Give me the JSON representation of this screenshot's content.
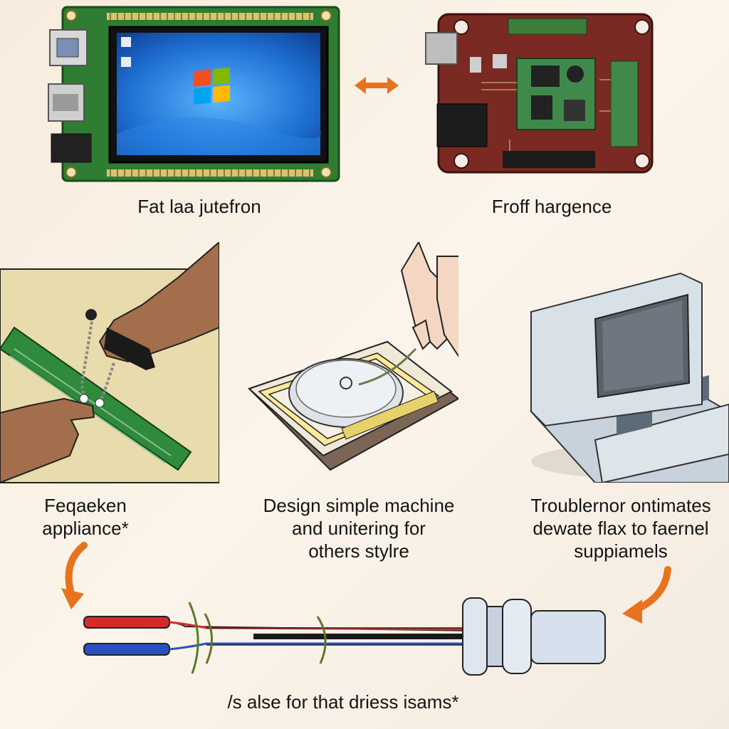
{
  "captions": {
    "top_left": "Fat laa jutefron",
    "top_right": "Froff hargence",
    "mid_left_line1": "Feqaeken",
    "mid_left_line2": "appliance*",
    "mid_center_line1": "Design simple machine",
    "mid_center_line2": "and unitering for",
    "mid_center_line3": "others stylre",
    "mid_right_line1": "Troublernor ontimates",
    "mid_right_line2": "dewate flax to faernel",
    "mid_right_line3": "suppiamels",
    "bottom": "/s alse for that driess isams*"
  },
  "colors": {
    "arrow": "#e8731e",
    "pcb_green": "#2f7d32",
    "pcb_red": "#7a2a22",
    "screen_blue": "#1f6fd1"
  },
  "icons": [
    "double-arrow-icon",
    "curved-arrow-icon",
    "windows-logo-icon"
  ]
}
